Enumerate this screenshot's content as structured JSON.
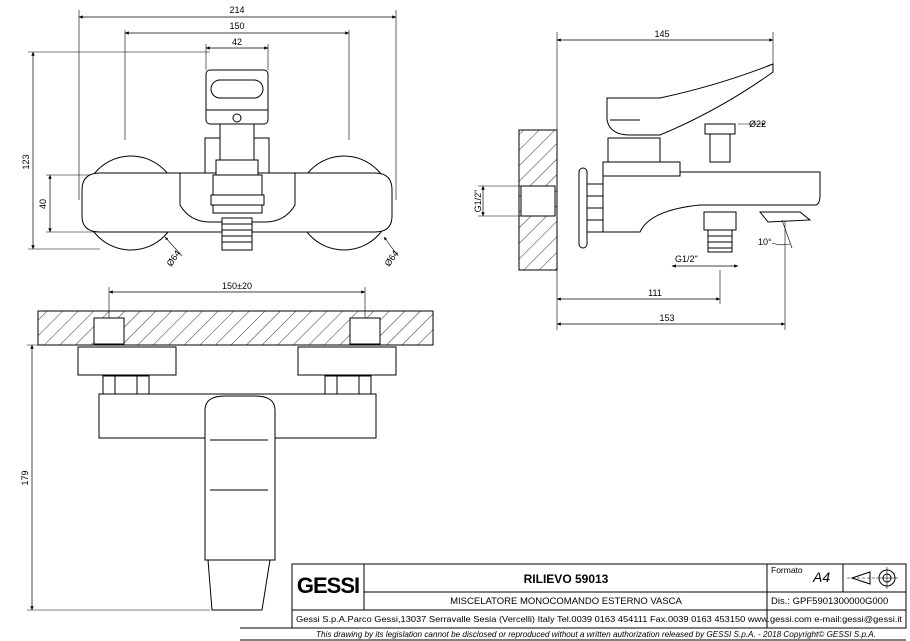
{
  "dimensions": {
    "front_total_width": "214",
    "front_inner_width": "150",
    "front_handle_width": "42",
    "front_height": "123",
    "front_body_height": "40",
    "front_dia_left": "Ø64",
    "front_dia_right": "Ø64",
    "side_total_length": "145",
    "side_cartridge_dia": "Ø22",
    "side_wall_thread": "G1/2\"",
    "side_outlet_thread": "G1/2\"",
    "side_angle": "10°",
    "side_length_111": "111",
    "side_length_153": "153",
    "top_center_distance": "150±20",
    "top_depth": "179"
  },
  "title_block": {
    "logo": "GESSI",
    "formato_label": "Formato",
    "formato_value": "A4",
    "product_title": "RILIEVO 59013",
    "product_description": "MISCELATORE MONOCOMANDO ESTERNO VASCA",
    "drawing_number": "Dis.: GPF5901300000G000",
    "company_address": "Gessi S.p.A.Parco Gessi,13037 Serravalle Sesia (Vercelli) Italy Tel.0039 0163 454111 Fax.0039 0163 453150 www.gessi.com e-mail:gessi@gessi.it",
    "copyright_notice": "This drawing by its legislation cannot be disclosed or reproduced without a written authorization released by GESSI S.p.A. - 2018 Copyright© GESSI S.p.A."
  }
}
